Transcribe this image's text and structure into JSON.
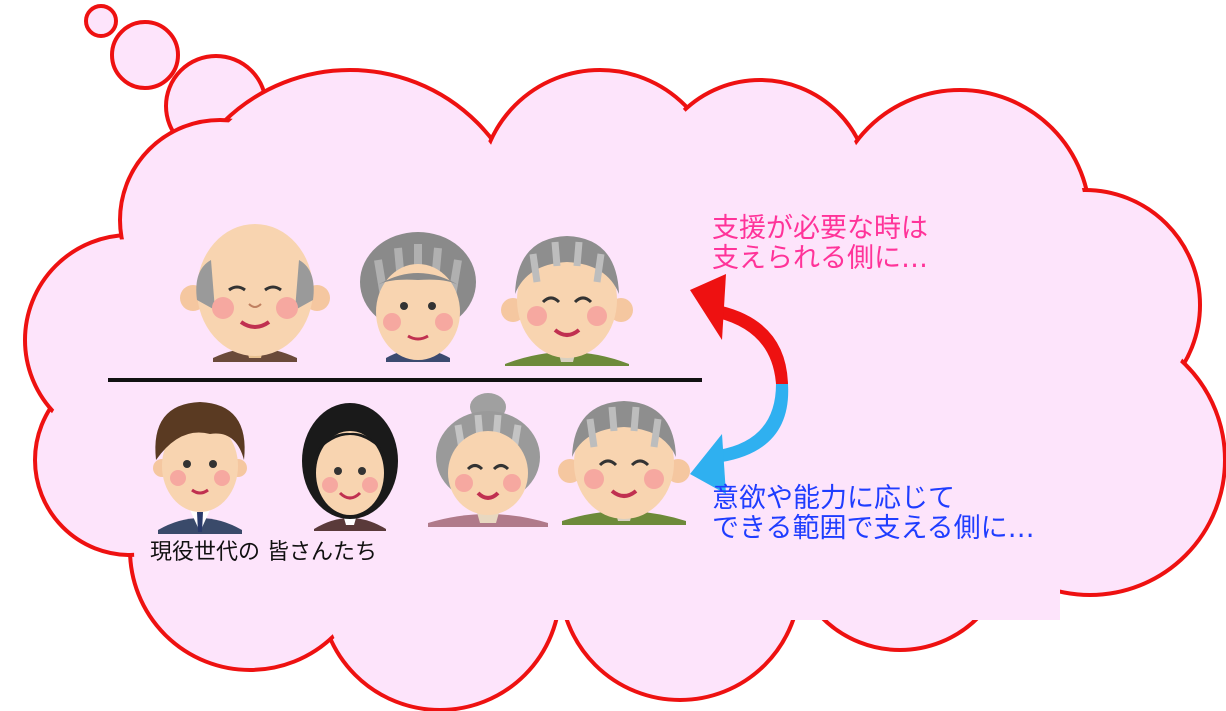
{
  "labels": {
    "supported_line1": "支援が必要な時は",
    "supported_line2": "支えられる側に…",
    "supporting_line1": "意欲や能力に応じて",
    "supporting_line2": "できる範囲で支える側に…",
    "current_generation": "現役世代の 皆さんたち"
  },
  "colors": {
    "cloud_fill": "#fde4fb",
    "cloud_outline": "#ee1111",
    "supported_text": "#ff3399",
    "supporting_text": "#1f3dff",
    "arrow_up": "#ee1111",
    "arrow_down": "#2fb0f0",
    "divider": "#111111"
  },
  "icons": {
    "top_row": [
      "bald-elderly-man-icon",
      "elderly-woman-icon",
      "elderly-man-smiling-icon"
    ],
    "bottom_row": [
      "young-man-suit-icon",
      "young-woman-icon",
      "elderly-woman-bun-icon",
      "elderly-man-smiling-icon"
    ]
  }
}
